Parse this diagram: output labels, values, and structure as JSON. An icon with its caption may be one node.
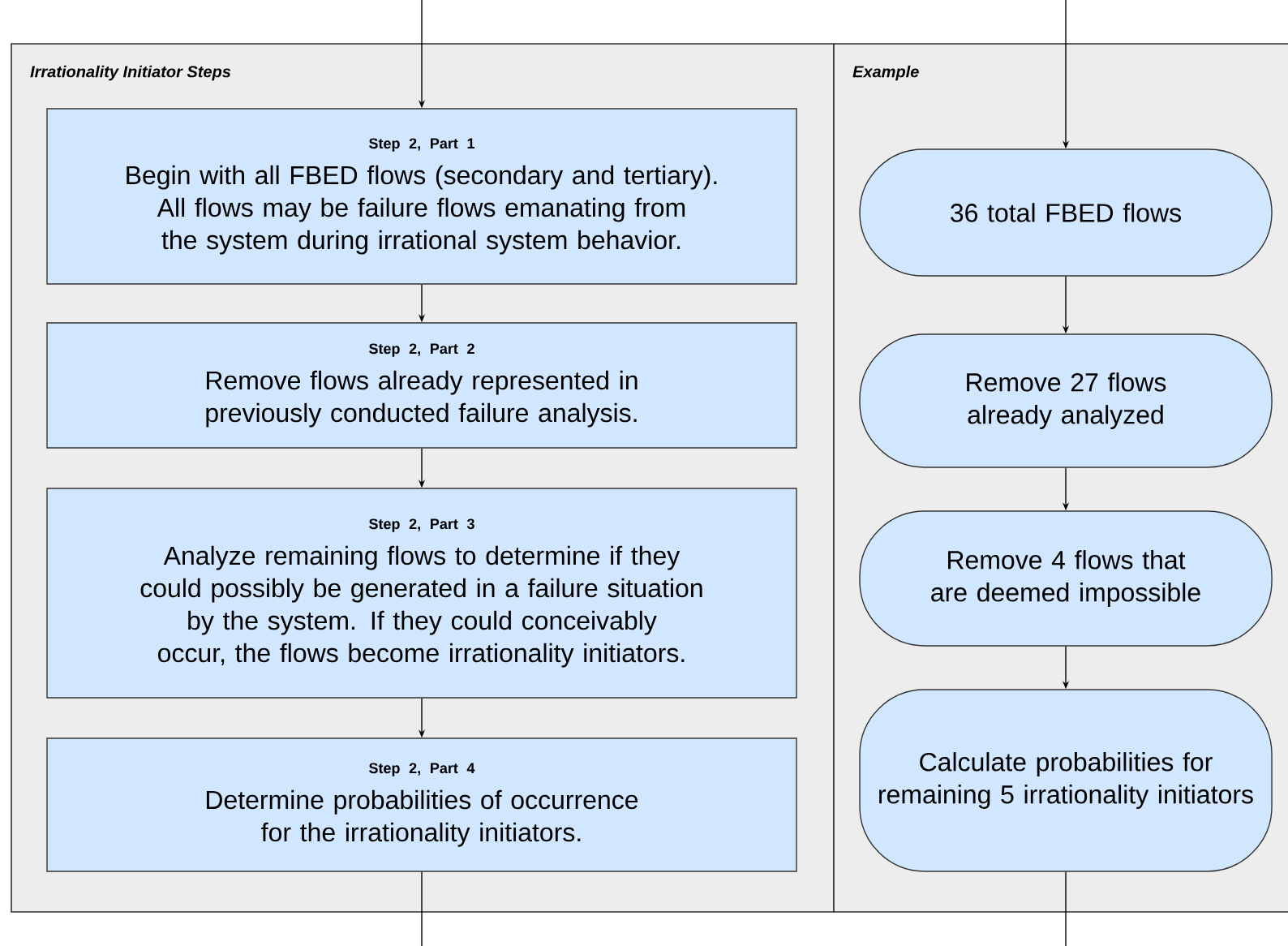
{
  "diagram": {
    "nodes": [
      {
        "text": [
          "Irrationality Initiator Steps"
        ]
      },
      {
        "text": [
          "Step 2, Part 1",
          "Begin with all FBED flows (secondary and tertiary). All flows may be failure flows emanating from the system during irrational system behavior."
        ],
        "in": 0
      },
      {
        "text": [
          "Step 2, Part 2",
          "Remove flows already represented in previously conducted failure analysis."
        ],
        "in": 0
      },
      {
        "text": [
          "Step 2, Part 3",
          "Analyze remaining flows to determine if they could possibly be generated in a failure situation by the system. If they could conceivably occur, the flows become irrationality initiators."
        ],
        "in": 0
      },
      {
        "text": [
          "Step 2, Part 4",
          "Determine probabilities of occurrence for the irrationality initiators."
        ],
        "in": 0
      },
      {
        "text": [
          "Example"
        ]
      },
      {
        "text": [
          "36 total FBED flows"
        ],
        "in": 5
      },
      {
        "text": [
          "Remove 27 flows already analyzed"
        ],
        "in": 5
      },
      {
        "text": [
          "Remove 4 flows that are deemed impossible"
        ],
        "in": 5
      },
      {
        "text": [
          "Calculate probabilities for remaining 5 irrationality initiators"
        ],
        "in": 5
      }
    ],
    "edges": [
      {
        "from": null,
        "to": 1,
        "arrow": "to"
      },
      {
        "from": 1,
        "to": 2,
        "arrow": "to"
      },
      {
        "from": 2,
        "to": 3,
        "arrow": "to"
      },
      {
        "from": 3,
        "to": 4,
        "arrow": "to"
      },
      {
        "from": 4,
        "to": null,
        "arrow": "none"
      },
      {
        "from": null,
        "to": 6,
        "arrow": "to"
      },
      {
        "from": 6,
        "to": 7,
        "arrow": "to"
      },
      {
        "from": 7,
        "to": 8,
        "arrow": "to"
      },
      {
        "from": 8,
        "to": 9,
        "arrow": "to"
      },
      {
        "from": 9,
        "to": null,
        "arrow": "none"
      }
    ]
  }
}
